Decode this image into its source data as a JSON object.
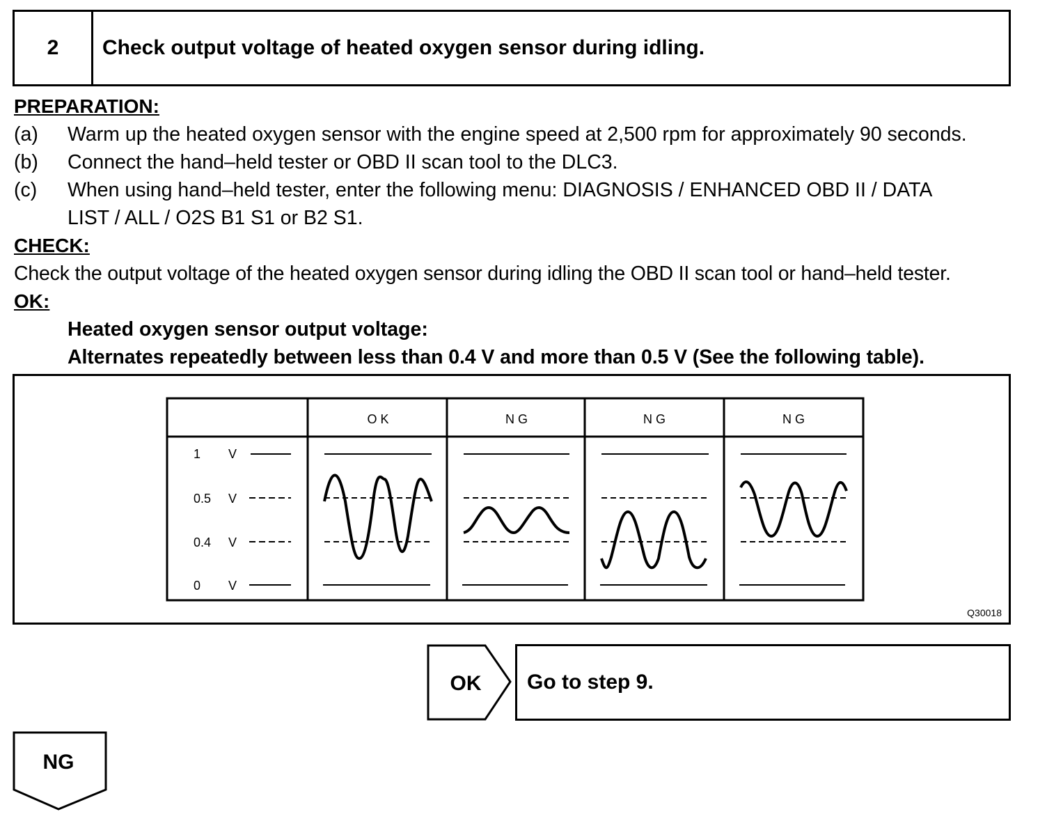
{
  "step": {
    "number": "2",
    "title": "Check output voltage of heated oxygen sensor during idling."
  },
  "preparation": {
    "heading": "PREPARATION:",
    "items": [
      {
        "label": "(a)",
        "text": "Warm up the heated oxygen sensor with the engine speed at 2,500 rpm for approximately 90 seconds."
      },
      {
        "label": "(b)",
        "text": "Connect the hand–held tester or OBD II scan tool to the DLC3."
      },
      {
        "label": "(c)",
        "text": "When using hand–held tester, enter the following menu: DIAGNOSIS / ENHANCED OBD II / DATA",
        "text2": "LIST / ALL / O2S B1 S1 or B2 S1."
      }
    ]
  },
  "check": {
    "heading": "CHECK:",
    "text": "Check the output voltage of the heated oxygen sensor during idling the OBD II scan tool or hand–held tester."
  },
  "ok": {
    "heading": "OK:",
    "line1": "Heated oxygen sensor output voltage:",
    "line2": "Alternates repeatedly between less than 0.4 V and more than 0.5 V (See the following table)."
  },
  "figure": {
    "code": "Q30018",
    "row_labels": [
      {
        "value": "1",
        "unit": "V"
      },
      {
        "value": "0.5",
        "unit": "V"
      },
      {
        "value": "0.4",
        "unit": "V"
      },
      {
        "value": "0",
        "unit": "V"
      }
    ],
    "columns": [
      "O K",
      "N G",
      "N G",
      "N G"
    ]
  },
  "result": {
    "ok_label": "OK",
    "ok_action": "Go to step 9.",
    "ng_label": "NG"
  }
}
